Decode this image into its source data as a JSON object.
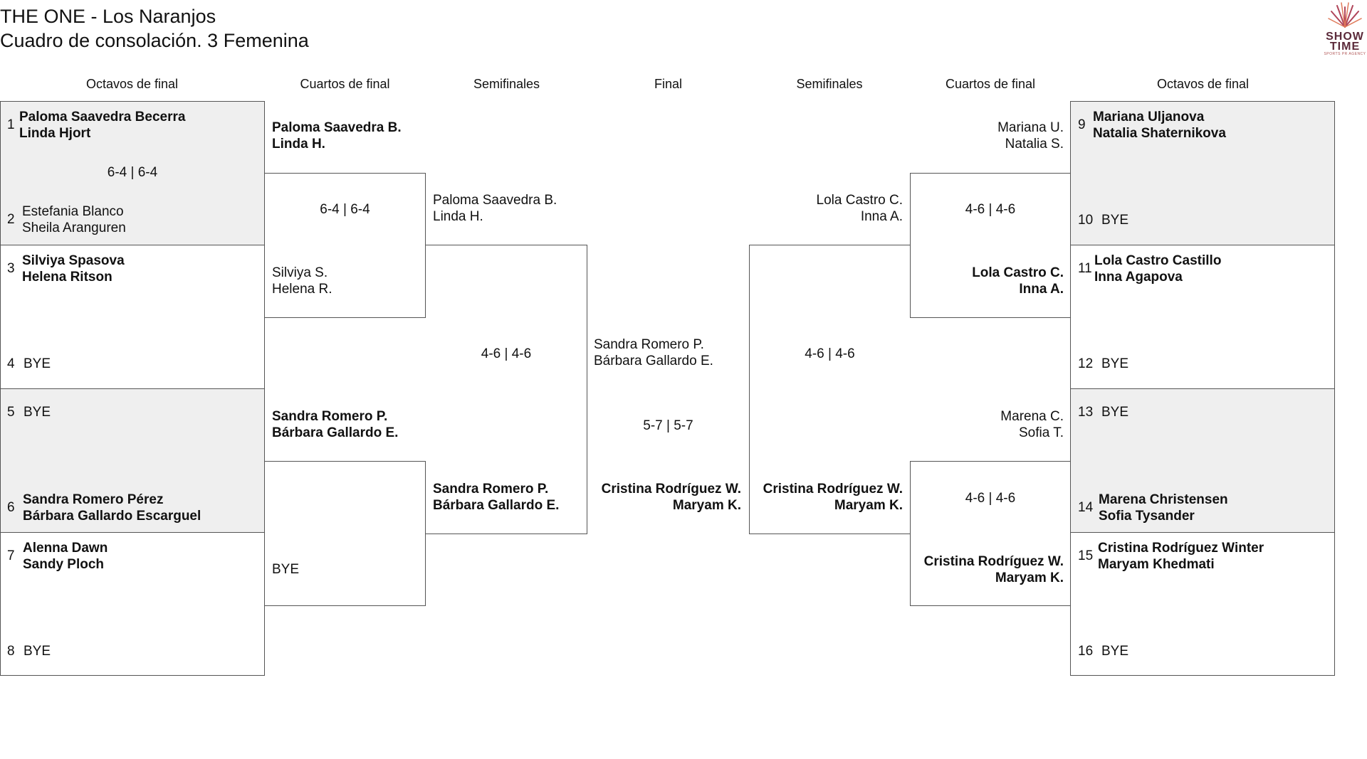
{
  "header": {
    "title": "THE ONE - Los Naranjos",
    "subtitle": "Cuadro de consolación. 3 Femenina"
  },
  "logo": {
    "text_line1": "SHOW",
    "text_line2": "TIME",
    "tagline": "SPORTS PR AGENCY"
  },
  "columns": {
    "left_r16": "Octavos de final",
    "left_qf": "Cuartos de final",
    "left_sf": "Semifinales",
    "final": "Final",
    "right_sf": "Semifinales",
    "right_qf": "Cuartos de final",
    "right_r16": "Octavos de final"
  },
  "left_r16": [
    {
      "seed": "1",
      "line1": "Paloma Saavedra Becerra",
      "line2": "Linda Hjort"
    },
    {
      "seed": "2",
      "line1": "Estefania Blanco",
      "line2": "Sheila Aranguren"
    },
    {
      "seed": "3",
      "line1": "Silviya Spasova",
      "line2": "Helena Ritson"
    },
    {
      "seed": "4",
      "line1": "BYE",
      "line2": ""
    },
    {
      "seed": "5",
      "line1": "BYE",
      "line2": ""
    },
    {
      "seed": "6",
      "line1": "Sandra Romero Pérez",
      "line2": "Bárbara Gallardo Escarguel"
    },
    {
      "seed": "7",
      "line1": "Alenna Dawn",
      "line2": "Sandy Ploch"
    },
    {
      "seed": "8",
      "line1": "BYE",
      "line2": ""
    }
  ],
  "left_r16_scores": [
    "6-4 | 6-4"
  ],
  "left_qf": [
    {
      "line1": "Paloma Saavedra B.",
      "line2": "Linda H."
    },
    {
      "line1": "Silviya S.",
      "line2": "Helena R."
    },
    {
      "line1": "Sandra Romero P.",
      "line2": "Bárbara Gallardo E."
    },
    {
      "line1": "BYE",
      "line2": ""
    }
  ],
  "left_qf_scores": [
    "6-4 | 6-4"
  ],
  "left_sf": [
    {
      "line1": "Paloma Saavedra B.",
      "line2": "Linda H."
    },
    {
      "line1": "Sandra Romero P.",
      "line2": "Bárbara Gallardo E."
    }
  ],
  "left_sf_score": "4-6 | 4-6",
  "final": {
    "top": {
      "line1": "Sandra Romero P.",
      "line2": "Bárbara Gallardo E."
    },
    "score": "5-7 | 5-7",
    "bottom": {
      "line1": "Cristina Rodríguez W.",
      "line2": "Maryam K."
    }
  },
  "right_sf": [
    {
      "line1": "Lola Castro C.",
      "line2": "Inna A."
    },
    {
      "line1": "Cristina Rodríguez W.",
      "line2": "Maryam K."
    }
  ],
  "right_sf_score": "4-6 | 4-6",
  "right_qf": [
    {
      "line1": "Mariana U.",
      "line2": "Natalia S."
    },
    {
      "line1": "Lola Castro C.",
      "line2": "Inna A."
    },
    {
      "line1": "Marena C.",
      "line2": "Sofia T."
    },
    {
      "line1": "Cristina Rodríguez W.",
      "line2": "Maryam K."
    }
  ],
  "right_qf_scores": [
    "4-6 | 4-6",
    "4-6 | 4-6"
  ],
  "right_r16": [
    {
      "seed": "9",
      "line1": "Mariana Uljanova",
      "line2": "Natalia Shaternikova"
    },
    {
      "seed": "10",
      "line1": "BYE",
      "line2": ""
    },
    {
      "seed": "11",
      "line1": "Lola Castro Castillo",
      "line2": "Inna Agapova"
    },
    {
      "seed": "12",
      "line1": "BYE",
      "line2": ""
    },
    {
      "seed": "13",
      "line1": "BYE",
      "line2": ""
    },
    {
      "seed": "14",
      "line1": "Marena Christensen",
      "line2": "Sofia Tysander"
    },
    {
      "seed": "15",
      "line1": "Cristina Rodríguez Winter",
      "line2": "Maryam Khedmati"
    },
    {
      "seed": "16",
      "line1": "BYE",
      "line2": ""
    }
  ],
  "colors": {
    "shade": "#efefef",
    "border": "#555555",
    "text": "#111111"
  }
}
